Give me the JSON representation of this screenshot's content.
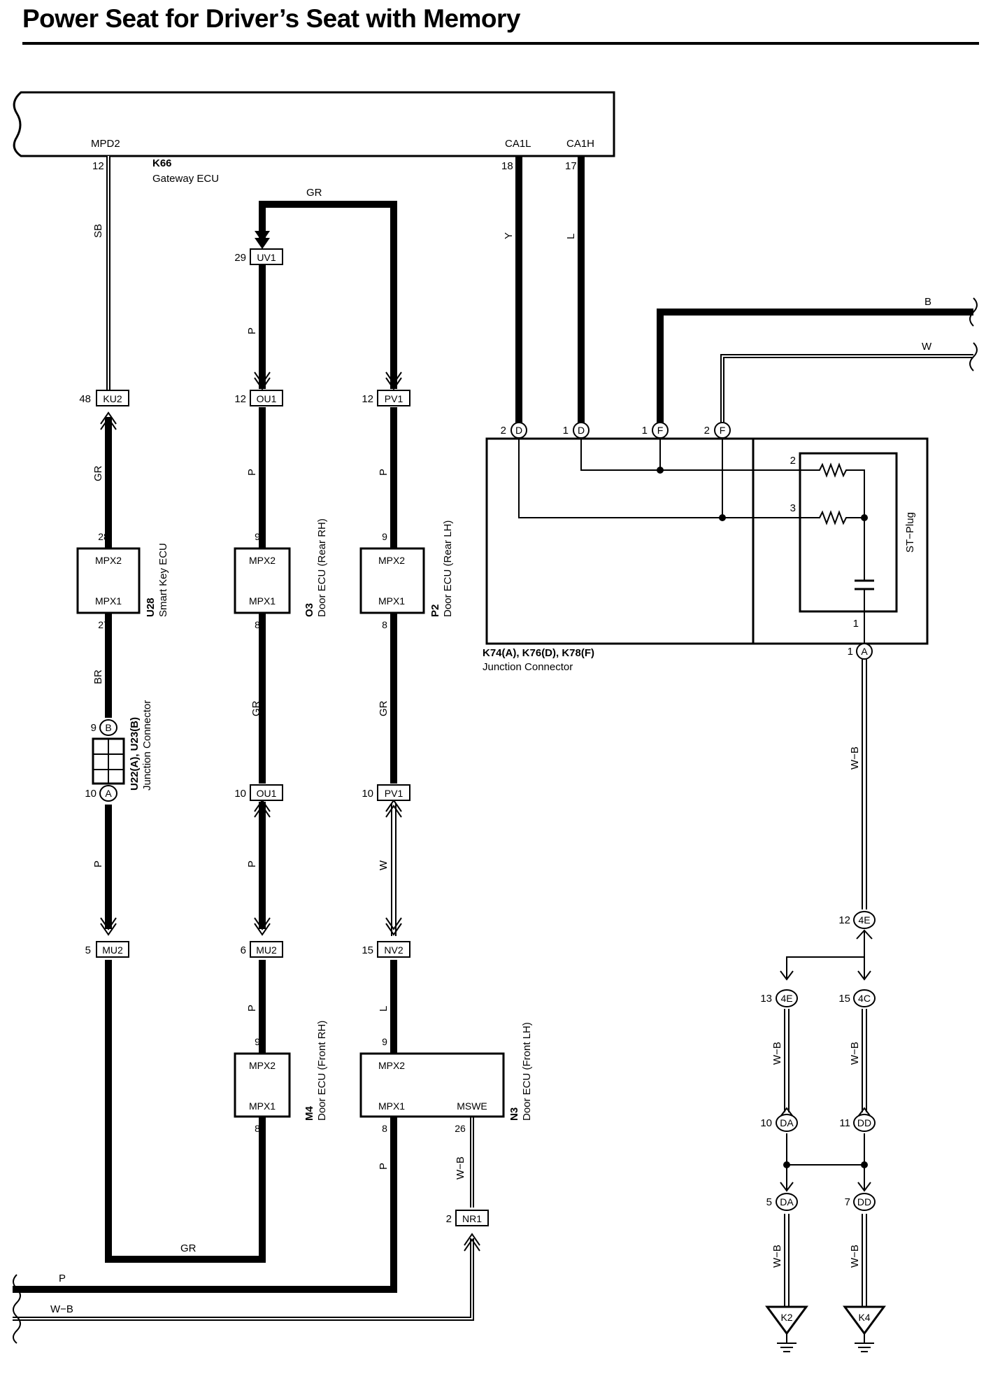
{
  "title": "Power Seat for Driver’s Seat with Memory",
  "gateway": {
    "id": "K66",
    "name": "Gateway ECU",
    "pins": {
      "MPD2": "MPD2",
      "CA1L": "CA1L",
      "CA1H": "CA1H",
      "n12": "12",
      "n18": "18",
      "n17": "17"
    }
  },
  "wire_colors": {
    "sb": "SB",
    "gr1": "GR",
    "gr2": "GR",
    "gr3": "GR",
    "gr4": "GR",
    "gr5": "GR",
    "br": "BR",
    "p1": "P",
    "p2": "P",
    "p3": "P",
    "p4": "P",
    "p5": "P",
    "p6": "P",
    "p7": "P",
    "p_bottom": "P",
    "w1": "W",
    "w2": "W",
    "l1": "L",
    "l2": "L",
    "y": "Y",
    "b": "B",
    "wb1": "W−B",
    "wb2": "W−B",
    "wb3": "W−B",
    "wb4": "W−B",
    "wb5": "W−B",
    "wb6": "W−B",
    "wb_bottom": "W−B"
  },
  "connectors": {
    "UV1": {
      "pin": "29",
      "code": "UV1"
    },
    "KU2": {
      "pin": "48",
      "code": "KU2"
    },
    "OU1a": {
      "pin": "12",
      "code": "OU1"
    },
    "PV1a": {
      "pin": "12",
      "code": "PV1"
    },
    "OU1b": {
      "pin": "10",
      "code": "OU1"
    },
    "PV1b": {
      "pin": "10",
      "code": "PV1"
    },
    "MU2a": {
      "pin": "5",
      "code": "MU2"
    },
    "MU2b": {
      "pin": "6",
      "code": "MU2"
    },
    "NV2": {
      "pin": "15",
      "code": "NV2"
    },
    "NR1": {
      "pin": "2",
      "code": "NR1"
    }
  },
  "ecus": [
    {
      "id": "U28",
      "name": "Smart Key ECU",
      "top": "MPX2",
      "bottom": "MPX1",
      "pin_top": "28",
      "pin_bottom": "27"
    },
    {
      "id": "O3",
      "name": "Door ECU (Rear RH)",
      "top": "MPX2",
      "bottom": "MPX1",
      "pin_top": "9",
      "pin_bottom": "8"
    },
    {
      "id": "P2",
      "name": "Door ECU (Rear LH)",
      "top": "MPX2",
      "bottom": "MPX1",
      "pin_top": "9",
      "pin_bottom": "8"
    },
    {
      "id": "M4",
      "name": "Door ECU (Front RH)",
      "top": "MPX2",
      "bottom": "MPX1",
      "pin_top": "9",
      "pin_bottom": "8"
    },
    {
      "id": "N3",
      "name": "Door ECU (Front LH)",
      "top": "MPX2",
      "bottom": "MPX1",
      "extra": "MSWE",
      "pin_top": "9",
      "pin_bottom": "8",
      "pin_extra": "26"
    }
  ],
  "junction_u22": {
    "id": "U22(A), U23(B)",
    "name": "Junction Connector",
    "pinB": "9",
    "letterB": "B",
    "pinA": "10",
    "letterA": "A"
  },
  "junction_k74": {
    "id": "K74(A), K76(D), K78(F)",
    "name": "Junction Connector",
    "st_plug": "ST−Plug",
    "pins": [
      {
        "num": "2",
        "letter": "D"
      },
      {
        "num": "1",
        "letter": "D"
      },
      {
        "num": "1",
        "letter": "F"
      },
      {
        "num": "2",
        "letter": "F"
      }
    ],
    "res2": "2",
    "res3": "3",
    "cap1": "1",
    "outA_num": "1",
    "outA_letter": "A"
  },
  "grounds": {
    "j4E_top": {
      "pin": "12",
      "code": "4E"
    },
    "j4E": {
      "pin": "13",
      "code": "4E"
    },
    "j4C": {
      "pin": "15",
      "code": "4C"
    },
    "jDA1": {
      "pin": "10",
      "code": "DA"
    },
    "jDD1": {
      "pin": "11",
      "code": "DD"
    },
    "jDA2": {
      "pin": "5",
      "code": "DA"
    },
    "jDD2": {
      "pin": "7",
      "code": "DD"
    },
    "K2": "K2",
    "K4": "K4"
  }
}
